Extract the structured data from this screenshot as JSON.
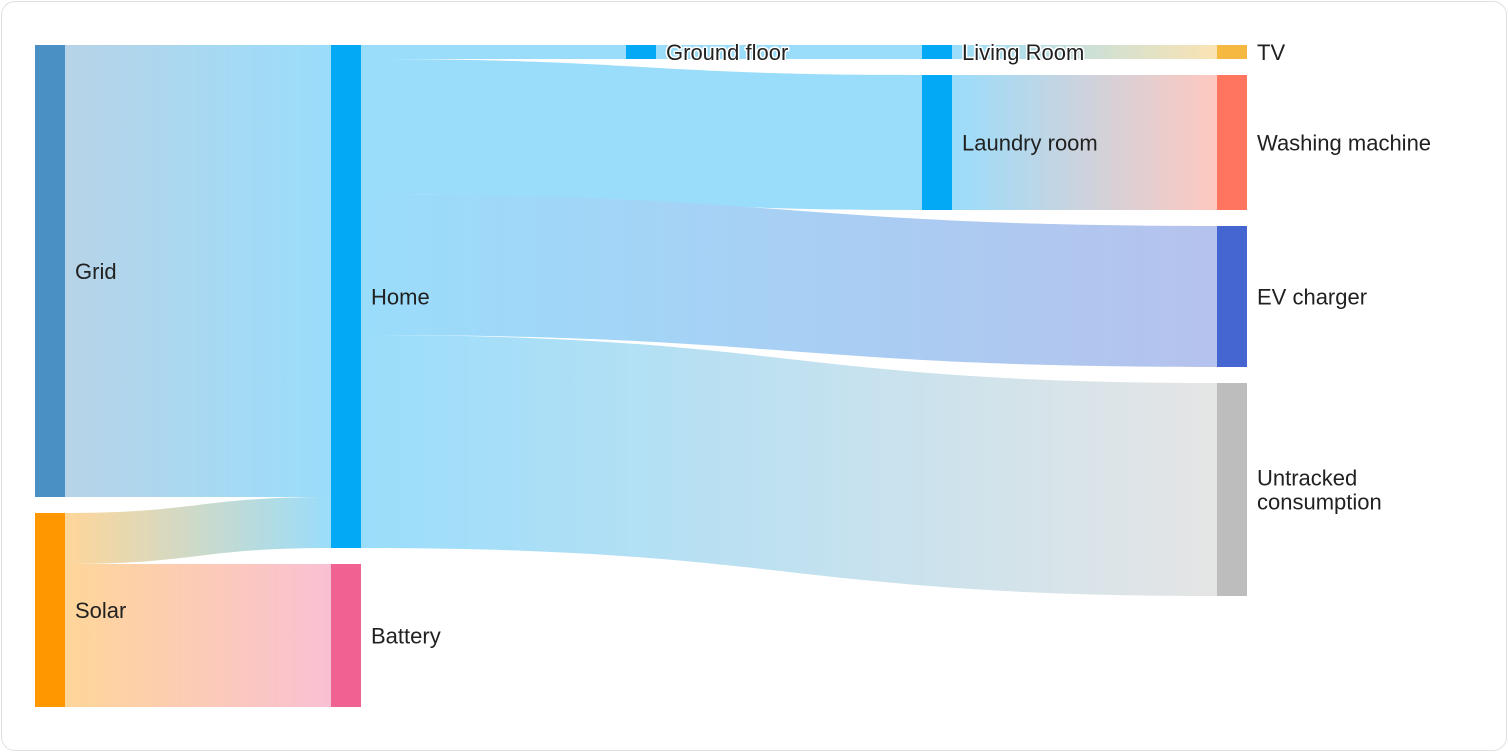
{
  "chart_data": {
    "type": "sankey",
    "title": "",
    "nodes": [
      {
        "id": "grid",
        "label": "Grid",
        "color": "#4a90c4"
      },
      {
        "id": "solar",
        "label": "Solar",
        "color": "#ff9800"
      },
      {
        "id": "home",
        "label": "Home",
        "color": "#03a9f4"
      },
      {
        "id": "battery",
        "label": "Battery",
        "color": "#f06292"
      },
      {
        "id": "ground",
        "label": "Ground floor",
        "color": "#03a9f4"
      },
      {
        "id": "living",
        "label": "Living Room",
        "color": "#03a9f4"
      },
      {
        "id": "laundry",
        "label": "Laundry room",
        "color": "#03a9f4"
      },
      {
        "id": "tv",
        "label": "TV",
        "color": "#f5b942"
      },
      {
        "id": "washer",
        "label": "Washing machine",
        "color": "#ff7560"
      },
      {
        "id": "ev",
        "label": "EV charger",
        "color": "#4566d1"
      },
      {
        "id": "untracked",
        "label": [
          "Untracked",
          "consumption"
        ],
        "color": "#bdbdbd"
      }
    ],
    "links": [
      {
        "source": "grid",
        "target": "home",
        "value": 452
      },
      {
        "source": "solar",
        "target": "home",
        "value": 51
      },
      {
        "source": "solar",
        "target": "battery",
        "value": 143
      },
      {
        "source": "home",
        "target": "ground",
        "value": 14
      },
      {
        "source": "home",
        "target": "laundry",
        "value": 135
      },
      {
        "source": "home",
        "target": "ev",
        "value": 141
      },
      {
        "source": "home",
        "target": "untracked",
        "value": 213
      },
      {
        "source": "ground",
        "target": "living",
        "value": 14
      },
      {
        "source": "living",
        "target": "tv",
        "value": 14
      },
      {
        "source": "laundry",
        "target": "washer",
        "value": 135
      }
    ]
  }
}
